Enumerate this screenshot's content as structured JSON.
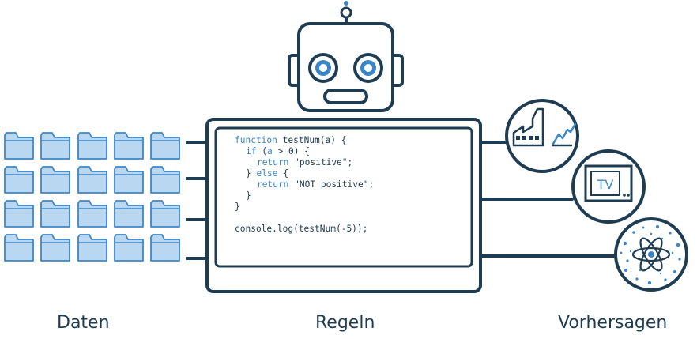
{
  "captions": {
    "daten": "Daten",
    "regeln": "Regeln",
    "vorhersagen": "Vorhersagen"
  },
  "code": {
    "line1_kw": "function",
    "line1_rest": "testNum(a) {",
    "line2_kw": "if",
    "line2_a": "(",
    "line2_var": "a",
    "line2_rest": "> 0) {",
    "line3_kw": "return",
    "line3_rest": "\"positive\";",
    "line4_a": "}",
    "line4_kw": "else",
    "line4_rest": "{",
    "line5_kw": "return",
    "line5_rest": "\"NOT positive\";",
    "line6": "}",
    "line7": "}",
    "line8": "console.log(testNum(-5));"
  },
  "tv": {
    "label": "TV"
  },
  "colors": {
    "navy": "#1f3d52",
    "blue": "#3a86c8",
    "folder_fill": "#b9d7f1",
    "folder_stroke": "#3f86c4"
  },
  "icons": {
    "robot": "robot-icon",
    "folders": "folder-icon",
    "factory": "factory-chart-icon",
    "tv": "tv-icon",
    "atom": "atom-icon"
  }
}
